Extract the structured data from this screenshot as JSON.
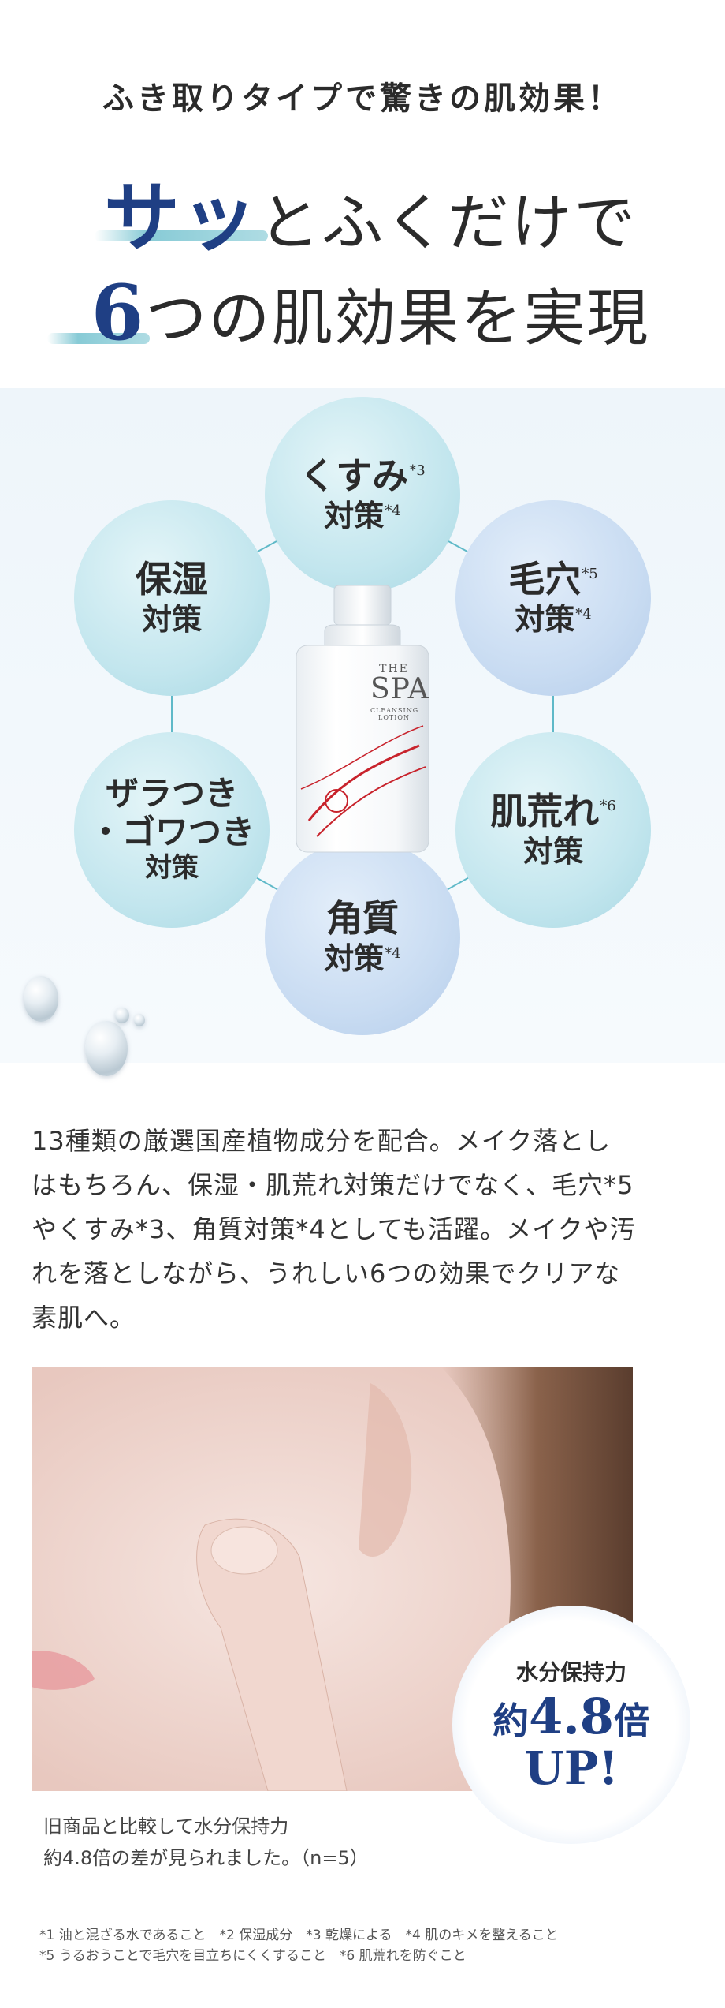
{
  "hero": {
    "subtitle": "ふき取りタイプで驚きの肌効果！",
    "line1_accent": "サッ",
    "line1_rest": "とふくだけで",
    "line2_accent": "6",
    "line2_rest": "つの肌効果を実現"
  },
  "effects": [
    {
      "main": "くすみ",
      "main_note": "*3",
      "sub": "対策",
      "sub_note": "*4"
    },
    {
      "main": "保湿",
      "main_note": "",
      "sub": "対策",
      "sub_note": ""
    },
    {
      "main": "毛穴",
      "main_note": "*5",
      "sub": "対策",
      "sub_note": "*4"
    },
    {
      "main": "ザラつき",
      "main2": "・ゴワつき",
      "sub": "対策"
    },
    {
      "main": "肌荒れ",
      "main_note": "*6",
      "sub": "対策",
      "sub_note": ""
    },
    {
      "main": "角質",
      "main_note": "",
      "sub": "対策",
      "sub_note": "*4"
    }
  ],
  "product": {
    "brand_the": "THE",
    "brand_spa": "SPA",
    "product_name": "CLEANSING LOTION"
  },
  "body_text": [
    "13種類の厳選国産植物成分を配合。メイク落とし",
    "はもちろん、保湿・肌荒れ対策だけでなく、毛穴*5",
    "やくすみ*3、角質対策*4としても活躍。メイクや汚",
    "れを落としながら、うれしい6つの効果でクリアな",
    "素肌へ。"
  ],
  "badge": {
    "label": "水分保持力",
    "prefix": "約",
    "value": "4.8",
    "unit": "倍",
    "up": "UP!"
  },
  "caption": [
    "旧商品と比較して水分保持力",
    "約4.8倍の差が見られました。（n=5）"
  ],
  "footnotes": [
    "*1 油と混ざる水であること　*2 保湿成分　*3 乾燥による　*4 肌のキメを整えること",
    "*5 うるおうことで毛穴を目立ちにくくすること　*6 肌荒れを防ぐこと"
  ],
  "colors": {
    "accent_navy": "#1f3f84",
    "brush_teal": "#5fb9c8",
    "circle_teal": "#c3e6ee",
    "circle_blue": "#c9dcf2",
    "bottle_red": "#c8232c"
  }
}
